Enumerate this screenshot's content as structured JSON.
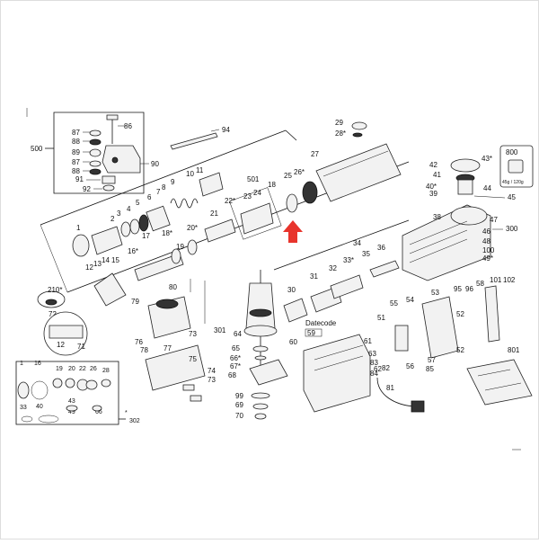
{
  "labels": {
    "l500": "500",
    "l86": "86",
    "l87": "87",
    "l88": "88",
    "l89": "89",
    "l87b": "87",
    "l88b": "88",
    "l90": "90",
    "l91": "91",
    "l92": "92",
    "l94": "94",
    "l1": "1",
    "l2": "2",
    "l3": "3",
    "l4": "4",
    "l5": "5",
    "l6": "6",
    "l7": "7",
    "l8": "8",
    "l9": "9",
    "l10": "10",
    "l11": "11",
    "l12": "12",
    "l13": "13",
    "l14": "14",
    "l15": "15",
    "l16": "16*",
    "l17": "17",
    "l18": "18*",
    "l19": "19",
    "l20": "20*",
    "l21": "21",
    "l22": "22*",
    "l23": "23",
    "l24": "24",
    "l25": "25",
    "l26": "26*",
    "l27": "27",
    "l28": "28*",
    "l29": "29",
    "l18b": "18",
    "l501": "501",
    "l800": "800",
    "l800note": "45g / 120g",
    "l42": "42",
    "l41": "41",
    "l40": "40*",
    "l39": "39",
    "l43": "43*",
    "l44": "44",
    "l45": "45",
    "l38": "38",
    "l47": "47",
    "l300": "300",
    "l46": "46",
    "l48": "48",
    "l100": "100",
    "l49": "49*",
    "l34": "34",
    "l33": "33*",
    "l35": "35",
    "l36": "36",
    "l31": "31",
    "l32": "32",
    "l30": "30",
    "l210": "210*",
    "l72": "72",
    "l71": "71",
    "l12b": "12",
    "l80": "80",
    "l79": "79",
    "l301": "301",
    "l64": "64",
    "l78": "78",
    "l77": "77",
    "l75": "75",
    "l74": "74",
    "l73": "73",
    "l73b": "73",
    "l76": "76",
    "l65": "65",
    "l66": "66*",
    "l67": "67*",
    "l68": "68",
    "l99": "99",
    "l69": "69",
    "l70": "70",
    "l60": "60",
    "l59": "59",
    "l61": "61",
    "l63": "63",
    "l62": "62",
    "datecode": "Datecode",
    "l51": "51",
    "l55": "55",
    "l54": "54",
    "l53": "53",
    "l58": "58",
    "l95": "95",
    "l96": "96",
    "l101": "101",
    "l102": "102",
    "l52": "52",
    "l57": "57",
    "l56": "56",
    "l82": "82",
    "l81": "81",
    "l85": "85",
    "l83": "83",
    "l84": "84",
    "l801": "801",
    "k1": "1",
    "k16": "16",
    "k19": "19",
    "k20": "20",
    "k22": "22",
    "k26": "26",
    "k28": "28",
    "k33": "33",
    "k40": "40",
    "k43": "43",
    "k49": "49",
    "k66": "66",
    "k302": "302",
    "kstar": "*"
  },
  "arrow_color": "#e8342c"
}
